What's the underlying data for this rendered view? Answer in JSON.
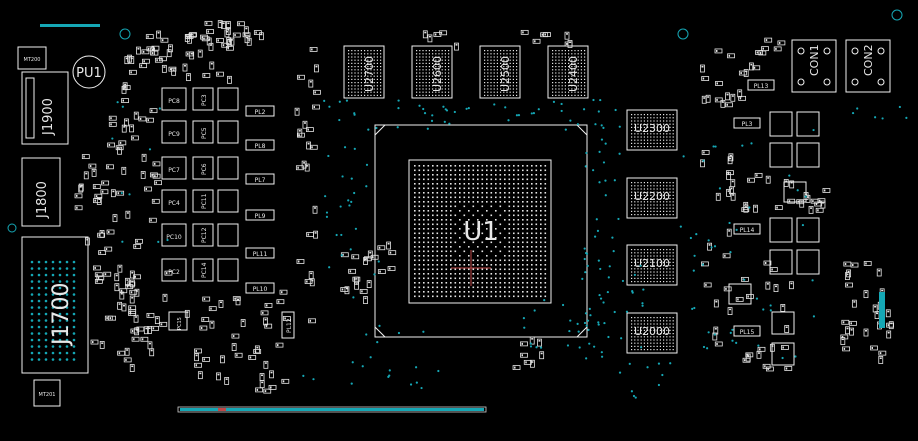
{
  "colors": {
    "background": "#000000",
    "silkscreen": "#e6e6e6",
    "via": "#15a7b5",
    "marker": "#c04848"
  },
  "designators": {
    "gpu": "U1",
    "memory": [
      "U2700",
      "U2600",
      "U2500",
      "U2400",
      "U2300",
      "U2200",
      "U2100",
      "U2000"
    ],
    "connectors": [
      "J1900",
      "J1800",
      "J1700"
    ],
    "hdmi_headers": [
      "CON1",
      "CON2"
    ],
    "power_unit": "PU1",
    "mounting_holes": [
      "MT200",
      "MT201"
    ],
    "inductors": [
      "PL2",
      "PL3",
      "PL7",
      "PL8",
      "PL9",
      "PL10",
      "PL11",
      "PL12",
      "PL13",
      "PL14",
      "PL15"
    ],
    "capacitors": [
      "PC8",
      "PC9",
      "PC7",
      "PC4",
      "PC10",
      "PC2",
      "PC3",
      "PC5",
      "PC6",
      "PC11",
      "PC12",
      "PC14",
      "PC15"
    ]
  }
}
